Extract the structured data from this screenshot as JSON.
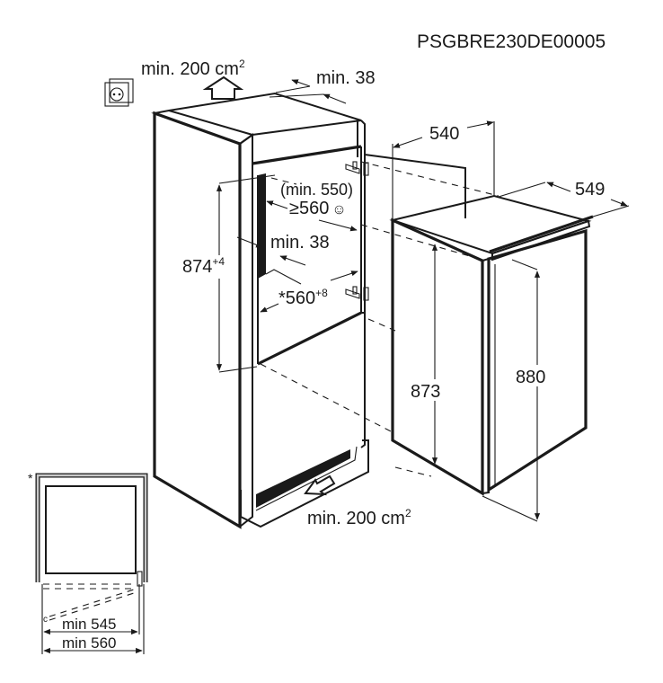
{
  "document_code": "PSGBRE230DE00005",
  "top_ventilation": {
    "label": "min. 200 cm",
    "superscript": "2"
  },
  "top_gap": {
    "label": "min. 38"
  },
  "niche": {
    "height_label": "874",
    "height_tolerance": "+4",
    "depth_min_label": "(min. 550)",
    "depth_recommended_label": "≥560",
    "depth_recommended_symbol": "☺",
    "rear_gap_label": "min. 38",
    "width_label": "*560",
    "width_tolerance": "+8"
  },
  "appliance": {
    "width_label": "540",
    "depth_label": "549",
    "body_height_label": "873",
    "total_height_label": "880"
  },
  "bottom_ventilation": {
    "label": "min. 200 cm",
    "superscript": "2"
  },
  "plan_view": {
    "footnote_marker": "*",
    "corner_marker": "c",
    "inner_width_label": "min 545",
    "outer_width_label": "min 560"
  },
  "colors": {
    "line": "#1a1a1a",
    "background": "#ffffff",
    "wall_fill": "#c8c8c8"
  }
}
